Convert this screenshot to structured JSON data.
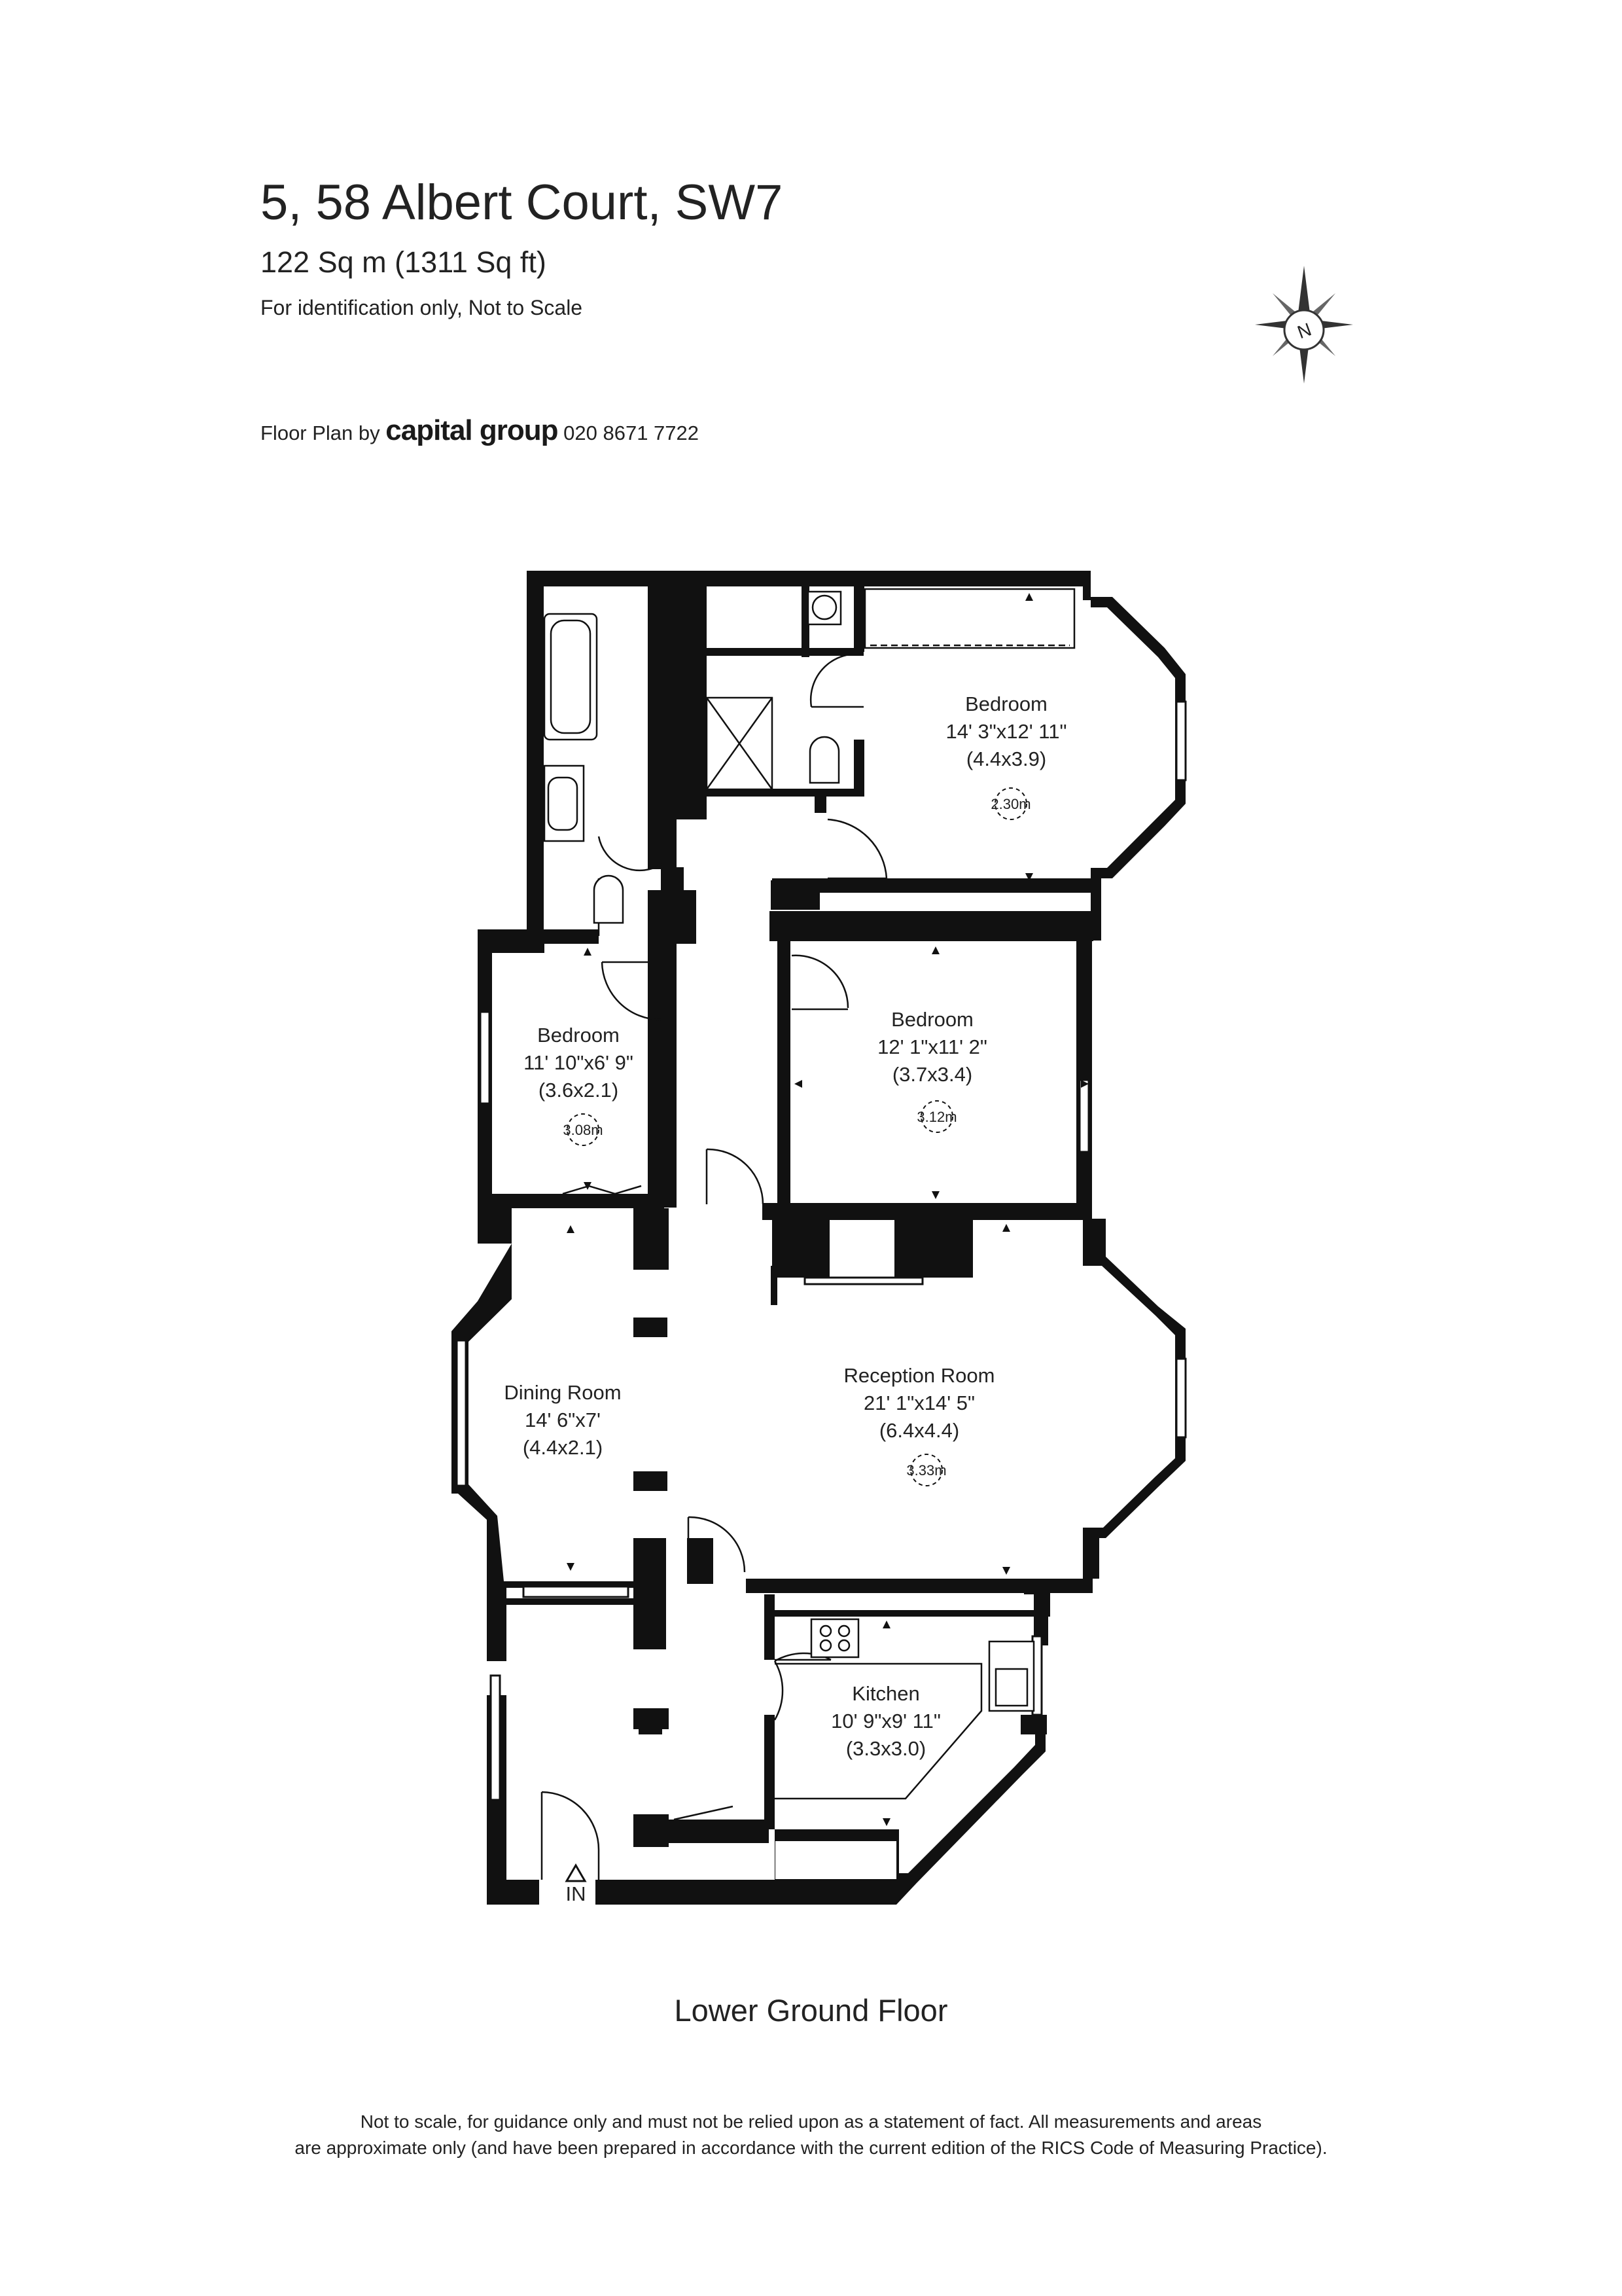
{
  "header": {
    "title": "5, 58 Albert Court, SW7",
    "area": "122 Sq m (1311 Sq ft)",
    "note": "For identification only, Not to Scale"
  },
  "credit": {
    "prefix": "Floor Plan by",
    "brand": "capital group",
    "phone": "020 8671 7722"
  },
  "compass": {
    "label": "N"
  },
  "rooms": {
    "bedroom_1": {
      "name": "Bedroom",
      "imperial": "14' 3\"x12' 11\"",
      "metric": "(4.4x3.9)",
      "height": "2.30m"
    },
    "bedroom_2": {
      "name": "Bedroom",
      "imperial": "12' 1\"x11' 2\"",
      "metric": "(3.7x3.4)",
      "height": "3.12m"
    },
    "bedroom_3": {
      "name": "Bedroom",
      "imperial": "11' 10\"x6' 9\"",
      "metric": "(3.6x2.1)",
      "height": "3.08m"
    },
    "dining": {
      "name": "Dining Room",
      "imperial": "14' 6\"x7'",
      "metric": "(4.4x2.1)"
    },
    "reception": {
      "name": "Reception Room",
      "imperial": "21' 1\"x14' 5\"",
      "metric": "(6.4x4.4)",
      "height": "3.33m"
    },
    "kitchen": {
      "name": "Kitchen",
      "imperial": "10' 9\"x9' 11\"",
      "metric": "(3.3x3.0)"
    }
  },
  "entrance_label": "IN",
  "floor_label": "Lower Ground Floor",
  "disclaimer": {
    "line1": "Not to scale, for guidance only and must not be relied upon as a statement of fact.  All measurements and areas",
    "line2": "are approximate only (and have been prepared in accordance with the current edition of the RICS Code of Measuring Practice)."
  },
  "colors": {
    "wall": "#111111",
    "text": "#222222",
    "background": "#ffffff"
  }
}
